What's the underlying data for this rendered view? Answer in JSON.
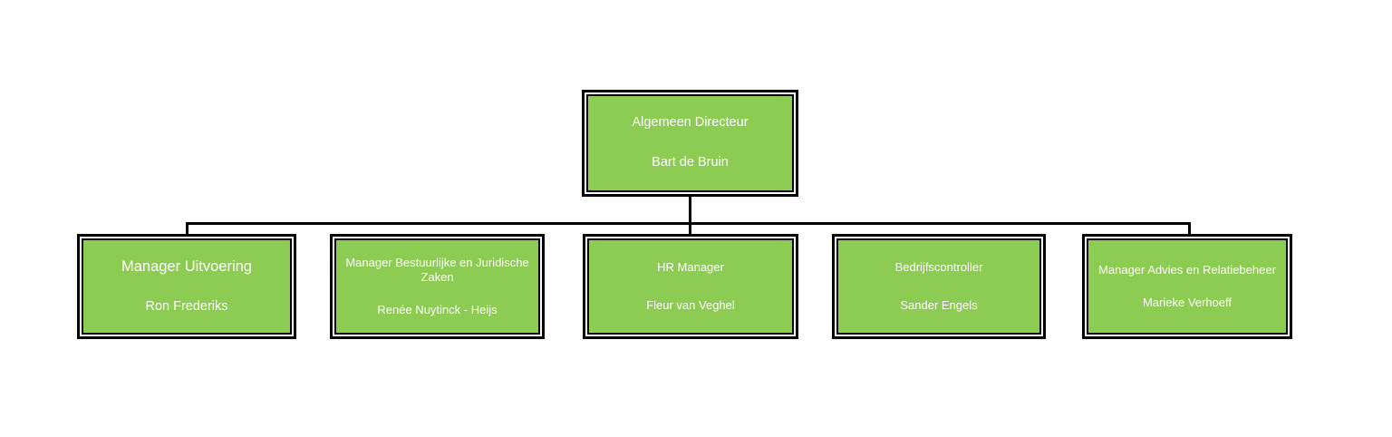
{
  "chart": {
    "type": "org-chart",
    "background_color": "#ffffff",
    "node_fill_color": "#8DCC52",
    "node_border_color": "#000000",
    "node_text_color": "#ffffff",
    "connector_color": "#000000",
    "root": {
      "title": "Algemeen Directeur",
      "person": "Bart de Bruin"
    },
    "children": [
      {
        "title": "Manager Uitvoering",
        "person": "Ron Frederiks"
      },
      {
        "title": "Manager Bestuurlijke en Juridische Zaken",
        "person": "Renée Nuytinck - Heijs"
      },
      {
        "title": "HR Manager",
        "person": "Fleur van Veghel"
      },
      {
        "title": "Bedrijfscontroller",
        "person": "Sander Engels"
      },
      {
        "title": "Manager Advies en Relatiebeheer",
        "person": "Marieke Verhoeff"
      }
    ]
  }
}
